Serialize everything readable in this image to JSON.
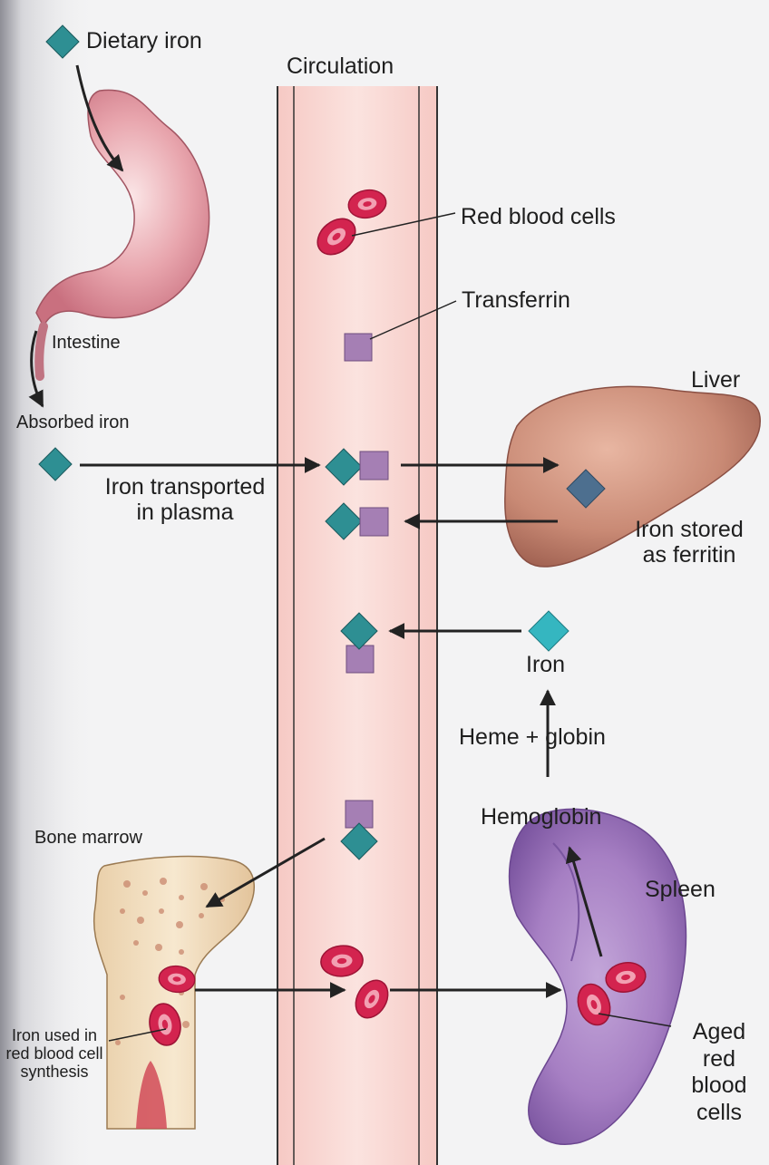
{
  "labels": {
    "dietary_iron": "Dietary iron",
    "circulation": "Circulation",
    "red_blood_cells": "Red blood cells",
    "transferrin": "Transferrin",
    "intestine": "Intestine",
    "absorbed_iron": "Absorbed iron",
    "liver": "Liver",
    "iron_transported_line1": "Iron transported",
    "iron_transported_line2": "in plasma",
    "iron_stored_line1": "Iron stored",
    "iron_stored_line2": "as ferritin",
    "iron": "Iron",
    "heme_globin": "Heme + globin",
    "hemoglobin": "Hemoglobin",
    "bone_marrow": "Bone marrow",
    "spleen": "Spleen",
    "iron_used_line1": "Iron used in",
    "iron_used_line2": "red blood cell",
    "iron_used_line3": "synthesis",
    "aged_line1": "Aged",
    "aged_line2": "red",
    "aged_line3": "blood",
    "aged_line4": "cells"
  },
  "colors": {
    "iron_diamond": "#2e8f93",
    "iron_diamond_light": "#35b6c0",
    "transferrin_square": "#a57fb4",
    "rbc": "#d2244f",
    "vessel": "#f9d8d3",
    "stomach": "#e49aa5",
    "liver": "#c88672",
    "spleen": "#a985c4",
    "bone": "#f2ddbd"
  }
}
